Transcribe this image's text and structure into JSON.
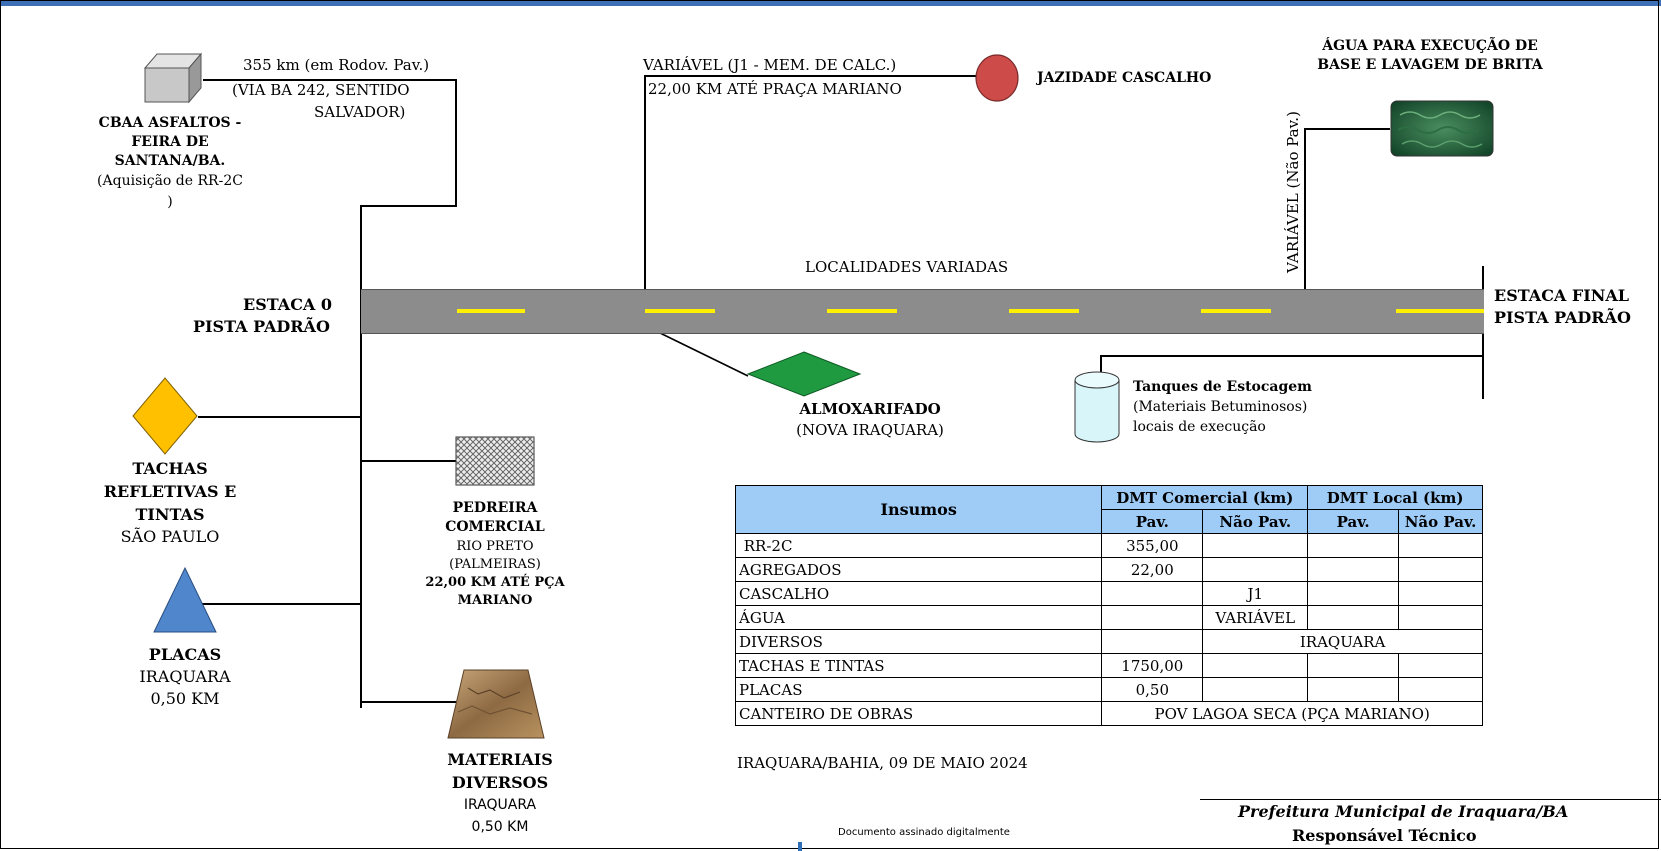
{
  "header_band_color": "#3d70b6",
  "road": {
    "start_label_line1": "ESTACA 0",
    "start_label_line2": "PISTA PADRÃO",
    "end_label_line1": "ESTACA FINAL",
    "end_label_line2": "PISTA PADRÃO",
    "localities_label": "LOCALIDADES VARIADAS",
    "colors": {
      "asphalt": "#8c8c8c",
      "lane_marking": "#ffef00"
    }
  },
  "cbaa": {
    "route_line1": "355 km (em Rodov. Pav.)",
    "route_line2": "(VIA BA 242, SENTIDO",
    "route_line3": "SALVADOR)",
    "title_line1": "CBAA ASFALTOS -",
    "title_line2": "FEIRA DE",
    "title_line3": "SANTANA/BA.",
    "note_line1": "(Aquisição de RR-2C",
    "note_line2": ")",
    "icon": "box-icon"
  },
  "jazidas": {
    "route_line1": "VARIÁVEL (J1 - MEM. DE CALC.)",
    "route_line2": "22,00 KM ATÉ PRAÇA MARIANO",
    "title": "JAZIDADE CASCALHO",
    "icon": "circle-icon",
    "color": "#cd4b49"
  },
  "agua": {
    "title_line1": "ÁGUA PARA EXECUÇÃO DE",
    "title_line2": "BASE E LAVAGEM DE BRITA",
    "route_label": "VARIÁVEL (Não Pav.)",
    "icon": "water-texture-icon"
  },
  "almoxarifado": {
    "title": "ALMOXARIFADO",
    "subtitle": "(NOVA IRAQUARA)",
    "icon": "diamond-icon",
    "color": "#1f9a41"
  },
  "tanques": {
    "title": "Tanques de Estocagem",
    "line2": "(Materiais Betuminosos)",
    "line3": "locais de execução",
    "icon": "cylinder-icon"
  },
  "tachas": {
    "title_line1": "TACHAS",
    "title_line2": "REFLETIVAS E",
    "title_line3": "TINTAS",
    "place": "SÃO PAULO",
    "icon": "diamond-icon",
    "color": "#ffc000"
  },
  "pedreira": {
    "title_line1": "PEDREIRA",
    "title_line2": "COMERCIAL",
    "line3": "RIO PRETO",
    "line4": "(PALMEIRAS)",
    "line5": "22,00 KM ATÉ PÇA",
    "line6": "MARIANO",
    "icon": "hatched-square-icon"
  },
  "placas": {
    "title": "PLACAS",
    "place": "IRAQUARA",
    "distance": "0,50 KM",
    "icon": "triangle-icon",
    "color": "#4f86cc"
  },
  "materiais": {
    "title_line1": "MATERIAIS",
    "title_line2": "DIVERSOS",
    "place": "IRAQUARA",
    "distance": "0,50 KM",
    "icon": "rock-trapezoid-icon"
  },
  "table": {
    "header_insumos": "Insumos",
    "header_dmt_comercial": "DMT Comercial (km)",
    "header_dmt_local": "DMT Local (km)",
    "sub_pav": "Pav.",
    "sub_nao_pav": "Não Pav.",
    "sub_pav2": "Pav.",
    "sub_nao_pav2": "Não Pav.",
    "rows": [
      {
        "insumo": " RR-2C",
        "com_pav": "355,00",
        "com_nao_pav": "",
        "loc_pav": "",
        "loc_nao_pav": ""
      },
      {
        "insumo": "AGREGADOS",
        "com_pav": "22,00",
        "com_nao_pav": "",
        "loc_pav": "",
        "loc_nao_pav": ""
      },
      {
        "insumo": "CASCALHO",
        "com_pav": "",
        "com_nao_pav": "J1",
        "loc_pav": "",
        "loc_nao_pav": ""
      },
      {
        "insumo": "ÁGUA",
        "com_pav": "",
        "com_nao_pav": "VARIÁVEL",
        "loc_pav": "",
        "loc_nao_pav": ""
      },
      {
        "insumo": "DIVERSOS",
        "com_pav": "",
        "merged_local": "IRAQUARA"
      },
      {
        "insumo": "TACHAS E TINTAS",
        "com_pav": "1750,00",
        "com_nao_pav": "",
        "loc_pav": "",
        "loc_nao_pav": ""
      },
      {
        "insumo": "PLACAS",
        "com_pav": "0,50",
        "com_nao_pav": "",
        "loc_pav": "",
        "loc_nao_pav": ""
      },
      {
        "insumo": "CANTEIRO DE OBRAS",
        "merged_all": "POV LAGOA SECA (PÇA MARIANO)"
      }
    ],
    "header_color": "#9fcbf7"
  },
  "footer": {
    "place_date": "IRAQUARA/BAHIA, 09 DE MAIO 2024",
    "signed": "Documento assinado digitalmente",
    "org": "Prefeitura Municipal de Iraquara/BA",
    "role": "Responsável Técnico"
  }
}
